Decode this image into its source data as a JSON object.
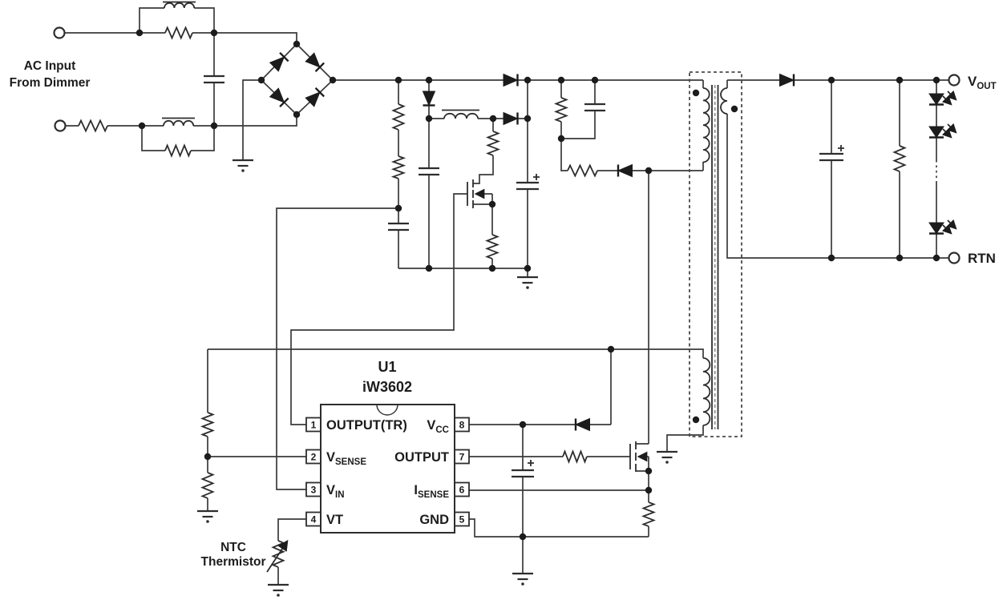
{
  "labels": {
    "ac_input": [
      "AC Input",
      "From Dimmer"
    ],
    "ntc": [
      "NTC",
      "Thermistor"
    ],
    "vout_main": "V",
    "vout_sub": "OUT",
    "rtn": "RTN"
  },
  "ic": {
    "ref_des": "U1",
    "part_number": "iW3602",
    "pins": [
      {
        "num": "1",
        "name": "OUTPUT(TR)",
        "sub": ""
      },
      {
        "num": "2",
        "name": "V",
        "sub": "SENSE"
      },
      {
        "num": "3",
        "name": "V",
        "sub": "IN"
      },
      {
        "num": "4",
        "name": "VT",
        "sub": ""
      },
      {
        "num": "8",
        "name": "V",
        "sub": "CC"
      },
      {
        "num": "7",
        "name": "OUTPUT",
        "sub": ""
      },
      {
        "num": "6",
        "name": "I",
        "sub": "SENSE"
      },
      {
        "num": "5",
        "name": "GND",
        "sub": ""
      }
    ]
  },
  "colors": {
    "line": "#2d2d2d",
    "background": "#ffffff"
  }
}
